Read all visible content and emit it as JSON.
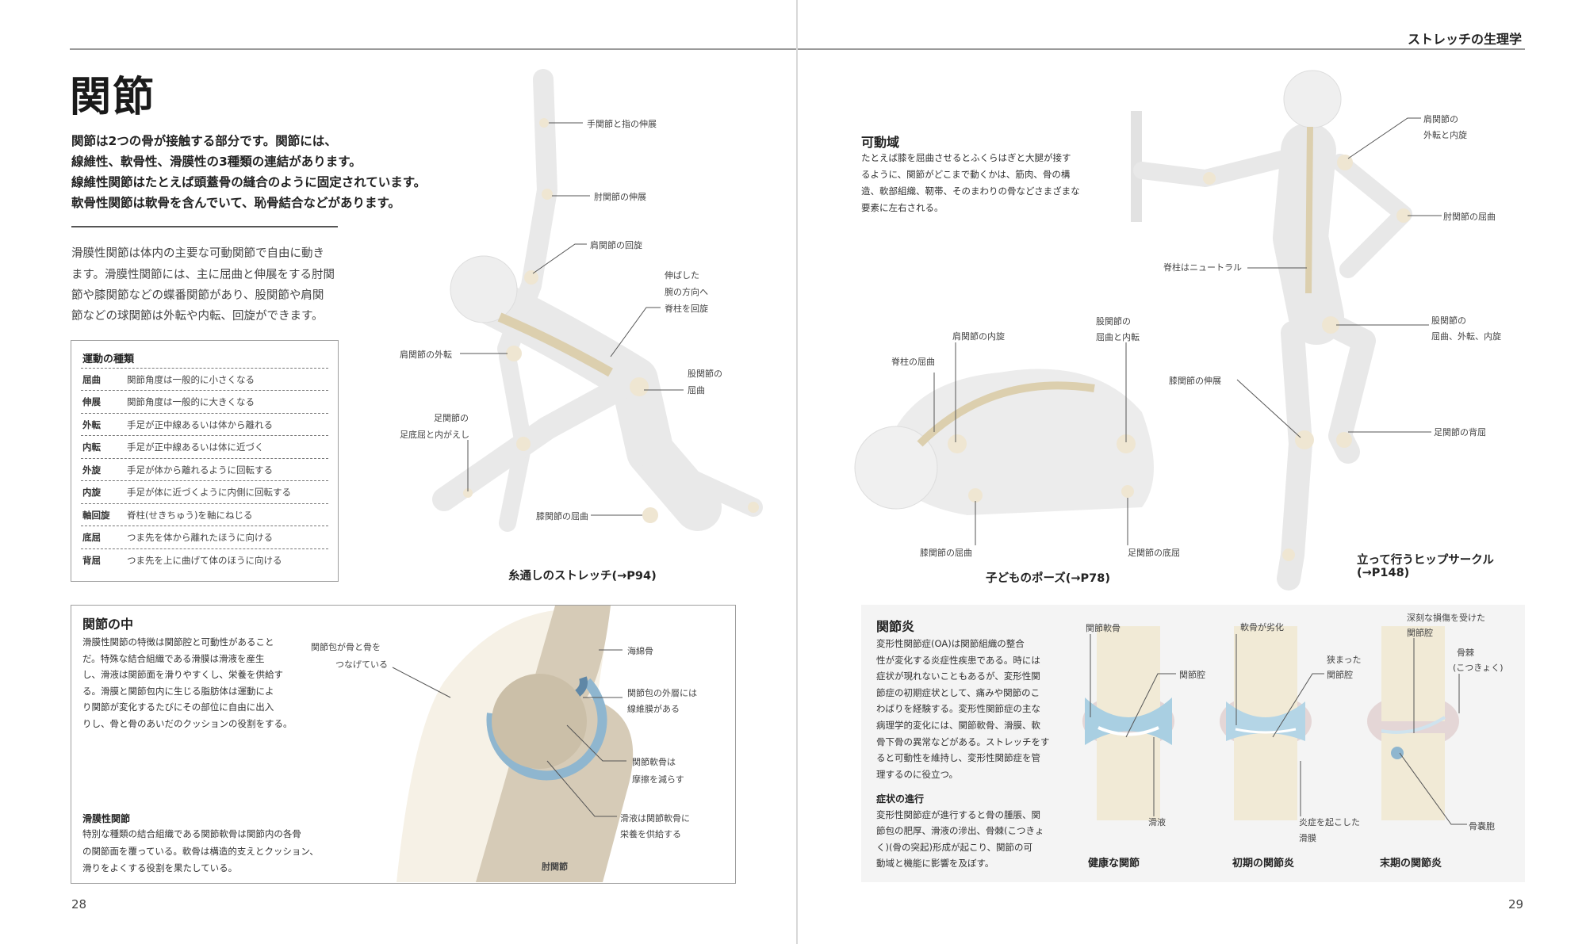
{
  "header": {
    "section_title": "ストレッチの生理学"
  },
  "left": {
    "title": "関節",
    "lead": [
      "関節は2つの骨が接触する部分です。関節には、",
      "線維性、軟骨性、滑膜性の3種類の連結があります。",
      "線維性関節はたとえば頭蓋骨の縫合のように固定されています。",
      "軟骨性関節は軟骨を含んでいて、恥骨結合などがあります。"
    ],
    "body": [
      "滑膜性関節は体内の主要な可動関節で自由に動き",
      "ます。滑膜性関節には、主に屈曲と伸展をする肘関",
      "節や膝関節などの蝶番関節があり、股関節や肩関",
      "節などの球関節は外転や内転、回旋ができます。"
    ],
    "movement_table": {
      "title": "運動の種類",
      "rows": [
        {
          "term": "屈曲",
          "desc": "関節角度は一般的に小さくなる"
        },
        {
          "term": "伸展",
          "desc": "関節角度は一般的に大きくなる"
        },
        {
          "term": "外転",
          "desc": "手足が正中線あるいは体から離れる"
        },
        {
          "term": "内転",
          "desc": "手足が正中線あるいは体に近づく"
        },
        {
          "term": "外旋",
          "desc": "手足が体から離れるように回転する"
        },
        {
          "term": "内旋",
          "desc": "手足が体に近づくように内側に回転する"
        },
        {
          "term": "軸回旋",
          "desc": "脊柱(せきちゅう)を軸にねじる"
        },
        {
          "term": "底屈",
          "desc": "つま先を体から離れたほうに向ける"
        },
        {
          "term": "背屈",
          "desc": "つま先を上に曲げて体のほうに向ける"
        }
      ]
    },
    "figure1": {
      "caption": "糸通しのストレッチ(→P94)",
      "labels": [
        "手関節と指の伸展",
        "肘関節の伸展",
        "肩関節の回旋",
        "伸ばした",
        "腕の方向へ",
        "脊柱を回旋",
        "肩関節の外転",
        "股関節の",
        "屈曲",
        "足関節の",
        "足底屈と内がえし",
        "膝関節の屈曲"
      ]
    },
    "inside_joint": {
      "title": "関節の中",
      "text": [
        "滑膜性関節の特徴は関節腔と可動性があること",
        "だ。特殊な結合組織である滑膜は滑液を産生",
        "し、滑液は関節面を滑りやすくし、栄養を供給す",
        "る。滑膜と関節包内に生じる脂肪体は運動によ",
        "り関節が変化するたびにその部位に自由に出入",
        "りし、骨と骨のあいだのクッションの役割をする。"
      ],
      "sub_title": "滑膜性関節",
      "sub_text": [
        "特別な種類の結合組織である関節軟骨は関節内の各骨",
        "の関節面を覆っている。軟骨は構造的支えとクッション、",
        "滑りをよくする役割を果たしている。"
      ],
      "labels": [
        "関節包が骨と骨を",
        "つなげている",
        "海綿骨",
        "関節包の外層には",
        "線維膜がある",
        "関節軟骨は",
        "摩擦を減らす",
        "滑液は関節軟骨に",
        "栄養を供給する",
        "肘関節"
      ]
    },
    "page_number": "28"
  },
  "right": {
    "rom": {
      "title": "可動域",
      "text": [
        "たとえば膝を屈曲させるとふくらはぎと大腿が接す",
        "るように、関節がどこまで動くかは、筋肉、骨の構",
        "造、軟部組織、靭帯、そのまわりの骨などさまざまな",
        "要素に左右される。"
      ]
    },
    "figure2": {
      "caption": "子どものポーズ(→P78)",
      "labels": [
        "脊柱の屈曲",
        "肩関節の内旋",
        "股関節の",
        "屈曲と内転",
        "膝関節の屈曲",
        "足関節の底屈"
      ]
    },
    "figure3": {
      "caption": [
        "立って行うヒップサークル",
        "(→P148)"
      ],
      "labels": [
        "肩関節の",
        "外転と内旋",
        "肘関節の屈曲",
        "脊柱はニュートラル",
        "股関節の",
        "屈曲、外転、内旋",
        "膝関節の伸展",
        "足関節の背屈"
      ]
    },
    "arthritis": {
      "title": "関節炎",
      "text": [
        "変形性関節症(OA)は関節組織の整合",
        "性が変化する炎症性疾患である。時には",
        "症状が現れないこともあるが、変形性関",
        "節症の初期症状として、痛みや関節のこ",
        "わばりを経験する。変形性関節症の主な",
        "病理学的変化には、関節軟骨、滑膜、軟",
        "骨下骨の異常などがある。ストレッチをす",
        "ると可動性を維持し、変形性関節症を管",
        "理するのに役立つ。"
      ],
      "sub_title": "症状の進行",
      "sub_text": [
        "変形性関節症が進行すると骨の腫脹、関",
        "節包の肥厚、滑液の滲出、骨棘(こつきょ",
        "く)(骨の突起)形成が起こり、関節の可",
        "動域と機能に影響を及ぼす。"
      ],
      "stages": [
        {
          "name": "健康な関節",
          "labels": [
            "関節軟骨",
            "関節腔",
            "滑液"
          ]
        },
        {
          "name": "初期の関節炎",
          "labels": [
            "軟骨が劣化",
            "狭まった",
            "関節腔",
            "炎症を起こした",
            "滑膜"
          ]
        },
        {
          "name": "末期の関節炎",
          "labels": [
            "深刻な損傷を受けた",
            "関節腔",
            "骨棘",
            "(こつきょく)",
            "骨嚢胞"
          ]
        }
      ]
    },
    "page_number": "29"
  },
  "colors": {
    "rule": "#9a9a9a",
    "bone": "#efe6d2",
    "synovial": "#9cc6dc",
    "box_bg": "#f4f4f4"
  }
}
